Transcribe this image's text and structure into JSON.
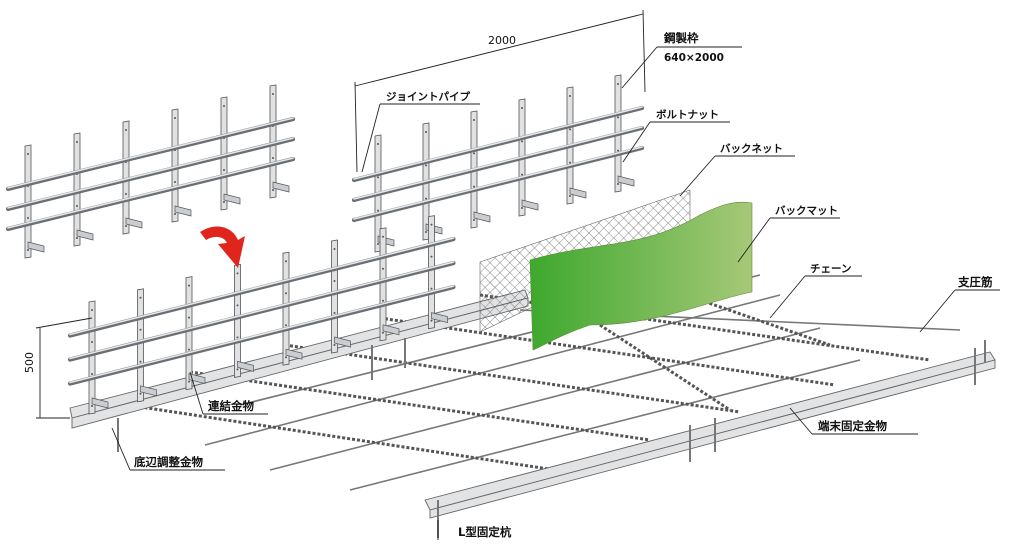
{
  "labels": {
    "dim_width": "2000",
    "dim_height": "500",
    "steel_frame": "鋼製枠",
    "steel_frame_size": "640×2000",
    "joint_pipe": "ジョイントパイプ",
    "bolt_nut": "ボルトナット",
    "back_net": "バックネット",
    "back_mat": "バックマット",
    "chain": "チェーン",
    "support_rebar": "支圧筋",
    "connector": "連結金物",
    "end_fixture": "端末固定金物",
    "base_adjuster": "底辺調整金物",
    "l_stake": "L型固定杭"
  },
  "colors": {
    "back_mat_light": "#a6c878",
    "back_mat_dark": "#3ea82e",
    "arrow": "#e0261c",
    "steel": "#dfe1e3",
    "rail": "#6b6f73"
  }
}
